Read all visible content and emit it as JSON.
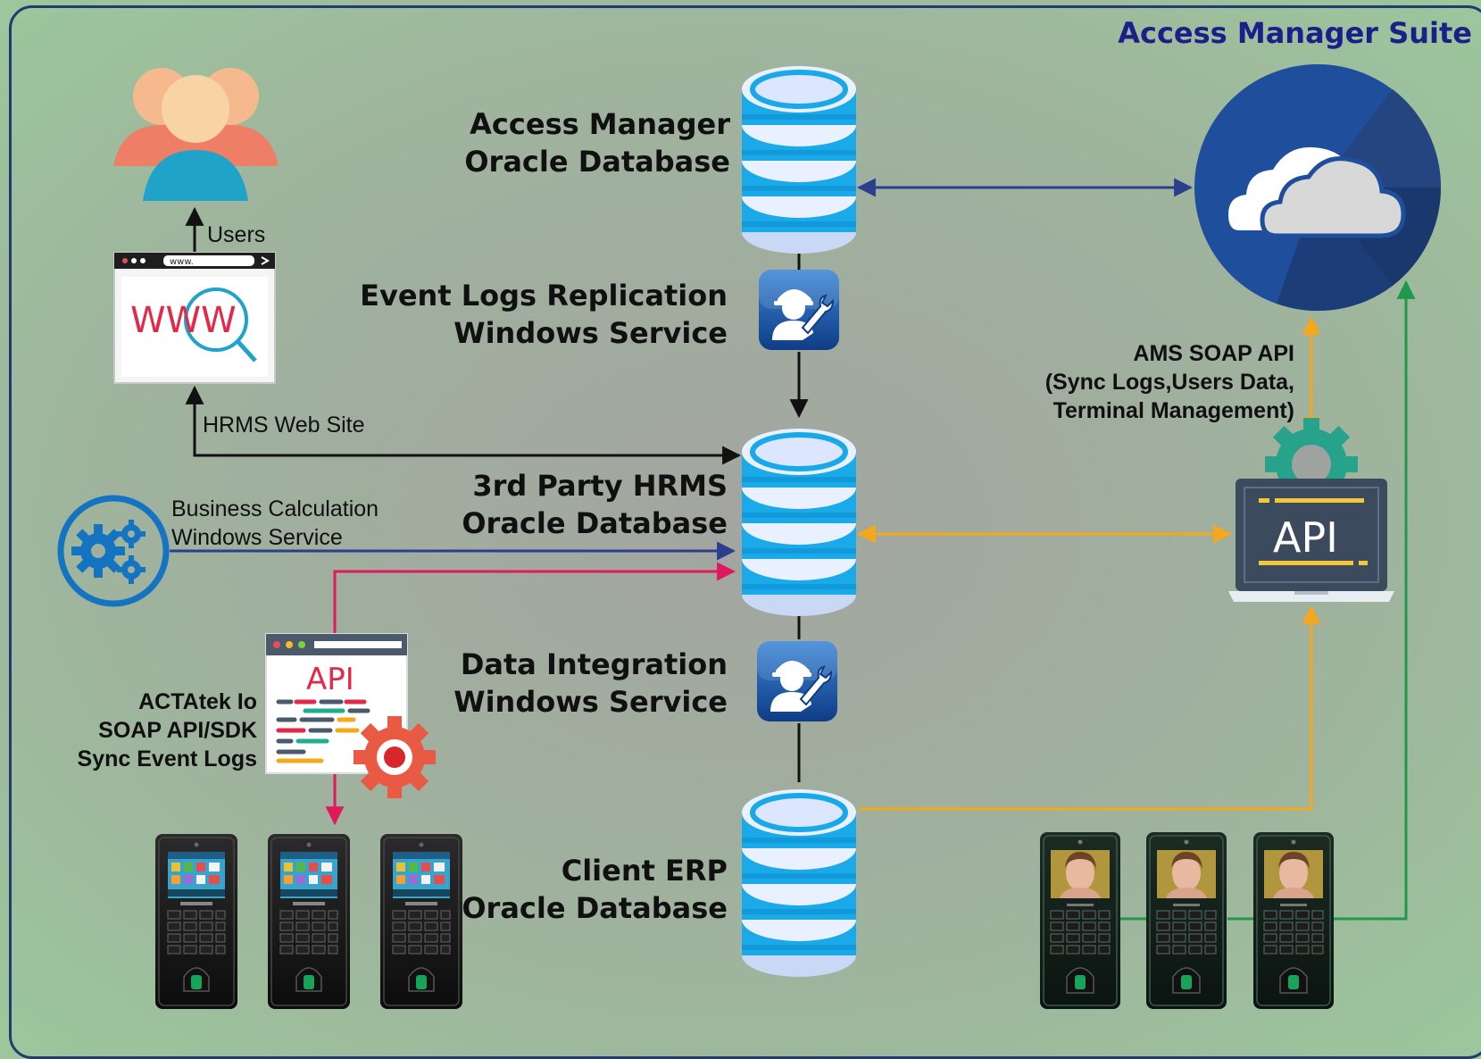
{
  "suite_title": "Access Manager Suite",
  "labels": {
    "users": "Users",
    "hrms_web_site": "HRMS Web Site",
    "access_manager_db_line1": "Access Manager",
    "access_manager_db_line2": "Oracle Database",
    "event_logs_line1": "Event Logs Replication",
    "event_logs_line2": "Windows Service",
    "hrms_db_line1": "3rd Party HRMS",
    "hrms_db_line2": "Oracle Database",
    "business_calc_line1": "Business Calculation",
    "business_calc_line2": "Windows Service",
    "data_integration_line1": "Data Integration",
    "data_integration_line2": "Windows Service",
    "actatek_line1": "ACTAtek Io",
    "actatek_line2": "SOAP API/SDK",
    "actatek_line3": "Sync Event Logs",
    "client_erp_line1": "Client ERP",
    "client_erp_line2": "Oracle Database",
    "ams_api_line1": "AMS SOAP API",
    "ams_api_line2": "(Sync Logs,Users Data,",
    "ams_api_line3": "Terminal Management)"
  },
  "icon_text": {
    "www": "WWW",
    "browser_url": "www.",
    "api_doc": "API",
    "api_laptop": "API"
  },
  "colors": {
    "frame": "#1f3b70",
    "suite_title": "#1a1f8a",
    "arrow_black": "#111111",
    "arrow_blue": "#2b3f8f",
    "arrow_orange": "#f4a81c",
    "arrow_pink": "#e0195e",
    "arrow_green": "#1e9a4a",
    "db_top": "#dfe8ff",
    "db_band": "#19a8e8",
    "cloud_circle": "#1f4f9c"
  }
}
